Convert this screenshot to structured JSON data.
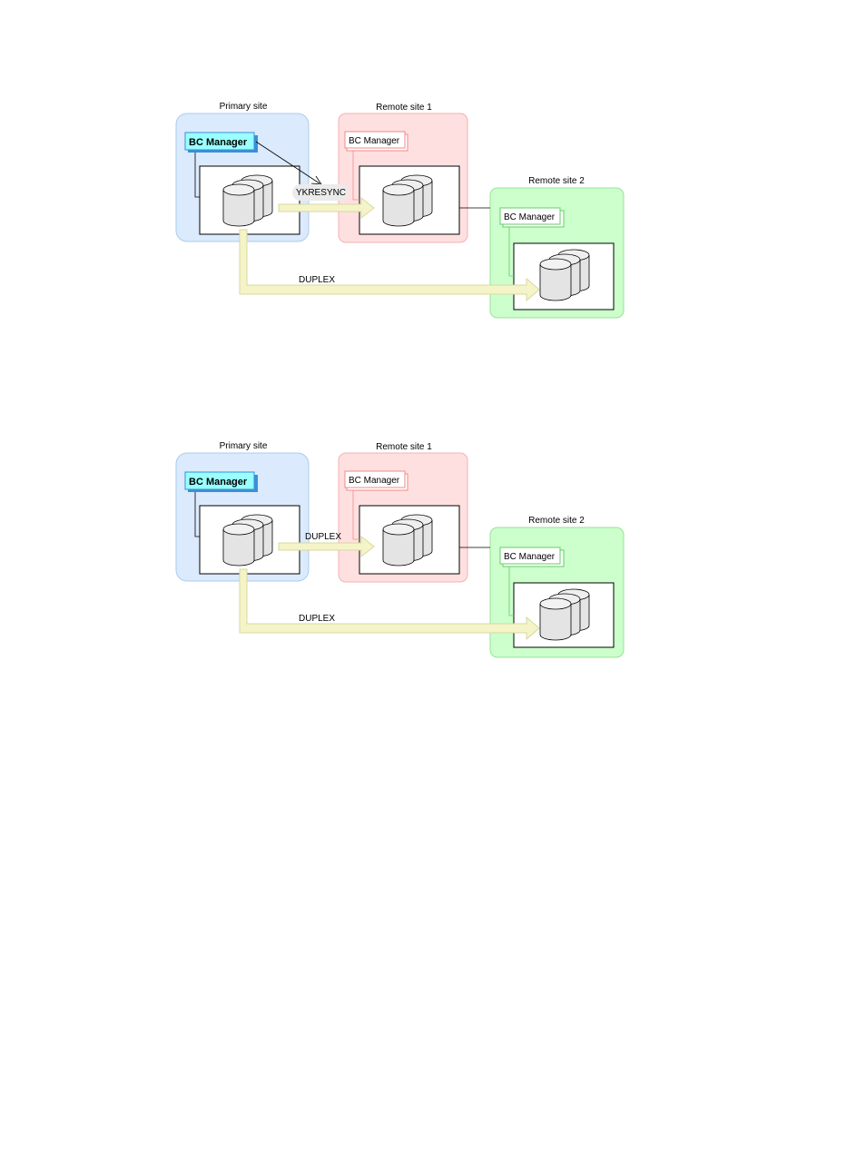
{
  "colors": {
    "primary_fill": "#dbeafc",
    "primary_stroke": "#a9ccf0",
    "remote1_fill": "#ffe0e0",
    "remote1_stroke": "#f4b0b0",
    "remote2_fill": "#ccffcc",
    "remote2_stroke": "#99e099",
    "bc_primary_fill": "#99ffff",
    "bc_primary_shadow": "#3a8fd6",
    "bc_remote1_stroke": "#f08a8a",
    "bc_remote2_stroke": "#66cc66",
    "copy_arrow_fill": "#f4f4c8",
    "copy_arrow_stroke": "#d8d8a0",
    "disk_fill": "#e4e4e4"
  },
  "diagrams": [
    {
      "primary_site_label": "Primary site",
      "remote_site_1_label": "Remote site 1",
      "remote_site_2_label": "Remote site 2",
      "primary_bc_manager": "BC Manager",
      "remote1_bc_manager": "BC Manager",
      "remote2_bc_manager": "BC Manager",
      "command_label": "YKRESYNC",
      "link_to_remote2_label": "DUPLEX"
    },
    {
      "primary_site_label": "Primary site",
      "remote_site_1_label": "Remote site 1",
      "remote_site_2_label": "Remote site 2",
      "primary_bc_manager": "BC Manager",
      "remote1_bc_manager": "BC Manager",
      "remote2_bc_manager": "BC Manager",
      "link_to_remote1_label": "DUPLEX",
      "link_to_remote2_label": "DUPLEX"
    }
  ]
}
